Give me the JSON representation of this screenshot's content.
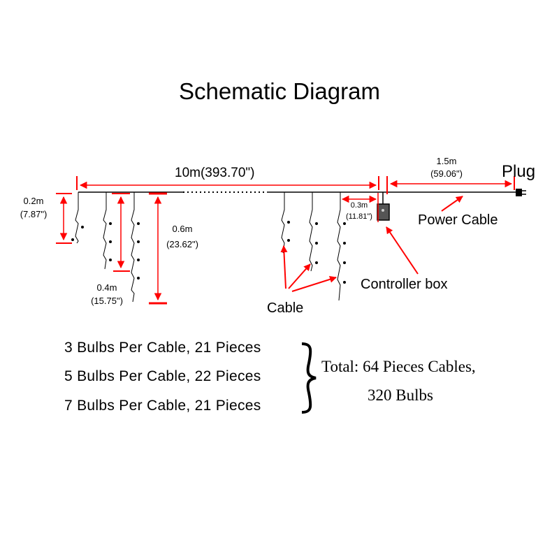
{
  "title": "Schematic Diagram",
  "colors": {
    "accent": "#ff0000",
    "line": "#000000"
  },
  "dimensions": {
    "total_length": "10m(393.70\")",
    "power_m": "1.5m",
    "power_in": "(59.06\")",
    "short_m": "0.2m",
    "short_in": "(7.87\")",
    "mid_m": "0.4m",
    "mid_in": "(15.75\")",
    "long_m": "0.6m",
    "long_in": "(23.62\")",
    "lead_m": "0.3m",
    "lead_in": "(11.81\")"
  },
  "labels": {
    "plug": "Plug",
    "power_cable": "Power Cable",
    "controller_box": "Controller box",
    "cable": "Cable"
  },
  "specs": [
    "3 Bulbs Per Cable, 21 Pieces",
    "5 Bulbs Per Cable, 22 Pieces",
    "7 Bulbs Per Cable, 21 Pieces"
  ],
  "total": {
    "line1": "Total: 64 Pieces Cables,",
    "line2": "320 Bulbs"
  }
}
